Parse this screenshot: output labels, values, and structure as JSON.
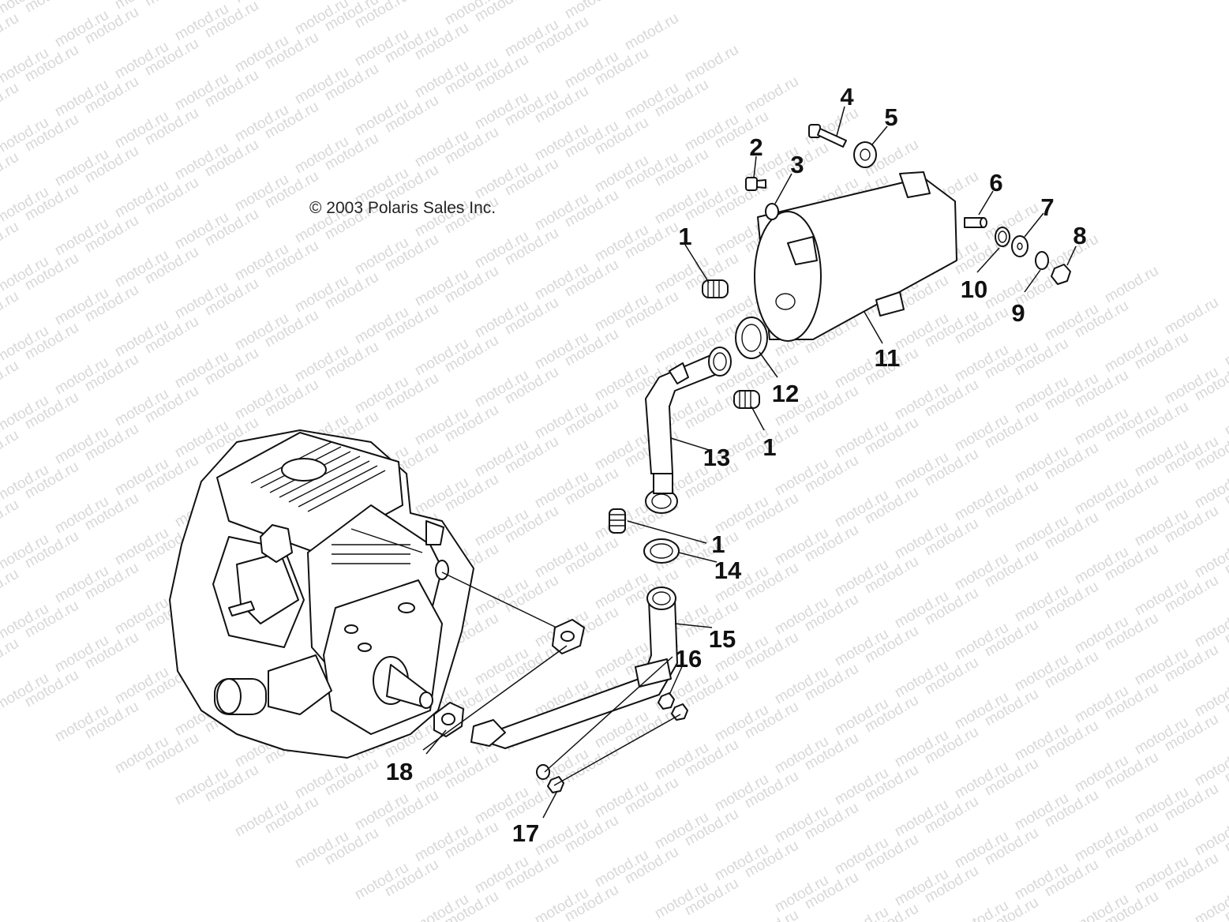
{
  "copyright": "© 2003 Polaris Sales Inc.",
  "watermark": "motod.ru",
  "callouts": [
    "1",
    "2",
    "3",
    "4",
    "5",
    "6",
    "7",
    "8",
    "9",
    "10",
    "11",
    "12",
    "1",
    "13",
    "1",
    "14",
    "15",
    "16",
    "17",
    "18"
  ]
}
